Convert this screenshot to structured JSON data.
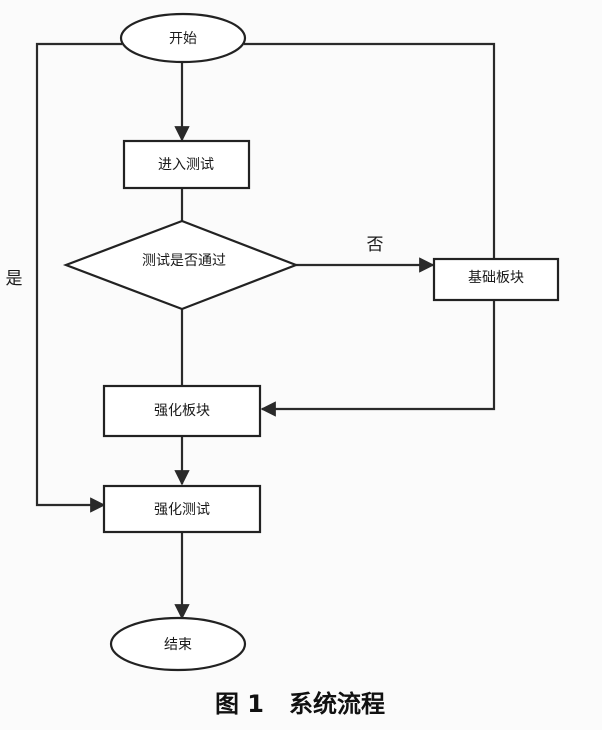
{
  "diagram": {
    "nodes": {
      "start": "开始",
      "enter_test": "进入测试",
      "decision": "测试是否通过",
      "basic_module": "基础板块",
      "enhance_module": "强化板块",
      "enhance_test": "强化测试",
      "end": "结束"
    },
    "edge_labels": {
      "no": "否",
      "yes": "是"
    },
    "caption": "图 1   系统流程"
  }
}
